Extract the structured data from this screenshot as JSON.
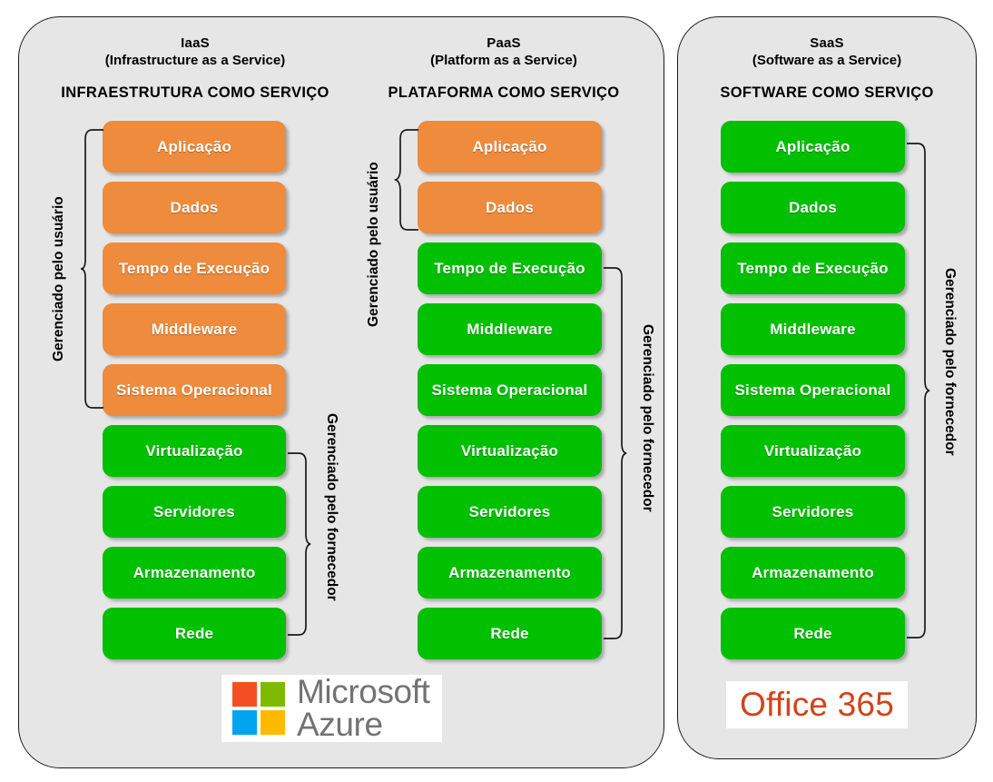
{
  "diagram": {
    "title_alt": "IaaS / PaaS / SaaS responsibility matrix",
    "colors": {
      "orange": "#EE8B3C",
      "green": "#00C000",
      "panel_bg": "#E6E6E6",
      "panel_border": "#1A1A1A",
      "logo_office_red": "#D2431A",
      "logo_ms_red": "#F25022",
      "logo_ms_green": "#7FBA00",
      "logo_ms_blue": "#00A4EF",
      "logo_ms_yellow": "#FFB900",
      "logo_ms_text": "#737373"
    }
  },
  "columns": [
    {
      "id": "iaas",
      "acronym": "IaaS",
      "expansion": "(Infrastructure as a Service)",
      "pt_title": "INFRAESTRUTURA COMO SERVIÇO",
      "layers": [
        {
          "label": "Aplicação",
          "owner": "user"
        },
        {
          "label": "Dados",
          "owner": "user"
        },
        {
          "label": "Tempo de Execução",
          "owner": "user"
        },
        {
          "label": "Middleware",
          "owner": "user"
        },
        {
          "label": "Sistema Operacional",
          "owner": "user"
        },
        {
          "label": "Virtualização",
          "owner": "provider"
        },
        {
          "label": "Servidores",
          "owner": "provider"
        },
        {
          "label": "Armazenamento",
          "owner": "provider"
        },
        {
          "label": "Rede",
          "owner": "provider"
        }
      ],
      "brace_user": "Gerenciado pelo usuário",
      "brace_provider": "Gerenciado pelo fornecedor"
    },
    {
      "id": "paas",
      "acronym": "PaaS",
      "expansion": "(Platform as a Service)",
      "pt_title": "PLATAFORMA COMO SERVIÇO",
      "layers": [
        {
          "label": "Aplicação",
          "owner": "user"
        },
        {
          "label": "Dados",
          "owner": "user"
        },
        {
          "label": "Tempo de Execução",
          "owner": "provider"
        },
        {
          "label": "Middleware",
          "owner": "provider"
        },
        {
          "label": "Sistema Operacional",
          "owner": "provider"
        },
        {
          "label": "Virtualização",
          "owner": "provider"
        },
        {
          "label": "Servidores",
          "owner": "provider"
        },
        {
          "label": "Armazenamento",
          "owner": "provider"
        },
        {
          "label": "Rede",
          "owner": "provider"
        }
      ],
      "brace_user": "Gerenciado pelo usuário",
      "brace_provider": "Gerenciado pelo fornecedor"
    },
    {
      "id": "saas",
      "acronym": "SaaS",
      "expansion": "(Software as a Service)",
      "pt_title": "SOFTWARE COMO SERVIÇO",
      "layers": [
        {
          "label": "Aplicação",
          "owner": "provider"
        },
        {
          "label": "Dados",
          "owner": "provider"
        },
        {
          "label": "Tempo de Execução",
          "owner": "provider"
        },
        {
          "label": "Middleware",
          "owner": "provider"
        },
        {
          "label": "Sistema Operacional",
          "owner": "provider"
        },
        {
          "label": "Virtualização",
          "owner": "provider"
        },
        {
          "label": "Servidores",
          "owner": "provider"
        },
        {
          "label": "Armazenamento",
          "owner": "provider"
        },
        {
          "label": "Rede",
          "owner": "provider"
        }
      ],
      "brace_user": "",
      "brace_provider": "Gerenciado pelo fornecedor"
    }
  ],
  "logos": {
    "microsoft": {
      "word1": "Microsoft",
      "word2": "Azure",
      "name": "microsoft-azure-logo"
    },
    "office365": {
      "text": "Office 365",
      "name": "office-365-logo"
    }
  }
}
